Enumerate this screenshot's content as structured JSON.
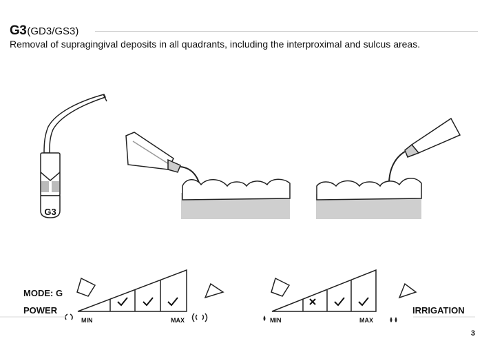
{
  "header": {
    "code": "G3",
    "variants": "(GD3/GS3)",
    "description": "Removal of supragingival deposits in all quadrants, including the interproximal and sulcus areas."
  },
  "tip": {
    "engraving": "G3"
  },
  "settings": {
    "mode_label": "MODE: G",
    "power_label": "POWER",
    "irrigation_label": "IRRIGATION",
    "power": {
      "min_label": "MIN",
      "max_label": "MAX",
      "levels": [
        "check",
        "check",
        "check"
      ]
    },
    "irrigation": {
      "min_label": "MIN",
      "max_label": "MAX",
      "levels": [
        "cross",
        "check",
        "check"
      ]
    }
  },
  "page_number": "3",
  "icons": [
    "scaler-tip-icon",
    "handpiece-icon",
    "teeth-icon",
    "check-icon",
    "cross-icon",
    "vibration-icon",
    "water-drop-icon"
  ]
}
